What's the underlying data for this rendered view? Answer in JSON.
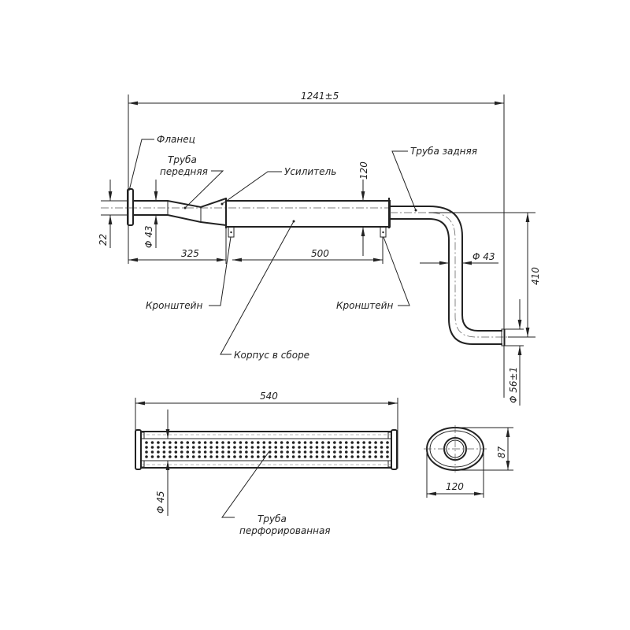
{
  "dimensions": {
    "overall_length": "1241±5",
    "front_offset": "22",
    "front_pipe_diameter": "Φ 43",
    "front_length": "325",
    "body_length": "500",
    "body_height": "120",
    "rear_pipe_diameter": "Φ 43",
    "rear_drop": "410",
    "outlet_diameter": "Φ 56±1",
    "perforated_length": "540",
    "perforated_diameter": "Φ 45",
    "section_height": "87",
    "section_width": "120"
  },
  "labels": {
    "flange": "Фланец",
    "front_pipe_1": "Труба",
    "front_pipe_2": "передняя",
    "reinforcement": "Усилитель",
    "rear_pipe": "Труба задняя",
    "bracket_left": "Кронштейн",
    "bracket_right": "Кронштейн",
    "body_assembly": "Корпус в сборе",
    "perforated_pipe_1": "Труба",
    "perforated_pipe_2": "перфорированная"
  },
  "perforation": {
    "rows": 4,
    "columns": 42
  }
}
